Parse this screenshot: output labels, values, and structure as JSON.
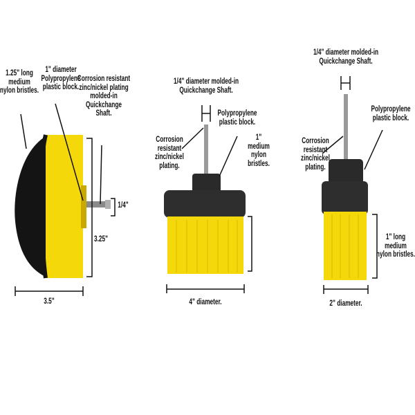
{
  "colors": {
    "bristle_yellow": "#f5d80a",
    "bristle_black": "#141414",
    "block_black": "#2a2a2a",
    "shaft": "#9a9a9a"
  },
  "brush_large": {
    "bristle_label": "1.25\" long\nmedium\nnylon bristles.",
    "block_label": "1\" diameter\nPolypropylene\nplastic block.",
    "shaft_label": "Corrosion resistant\nzinc/nickel plating\nmolded-in\nQuickchange\nShaft.",
    "shaft_dim": "1/4\"",
    "height_dim": "3.25\"",
    "width_dim": "3.5\""
  },
  "brush_medium": {
    "shaft_label": "1/4\" diameter molded-in\nQuickchange Shaft.",
    "block_label": "Polypropylene\nplastic block.",
    "plating_label": "Corrosion\nresistant\nzinc/nickel\nplating.",
    "bristle_label": "1\"\nmedium\nnylon\nbristles.",
    "width_dim": "4\" diameter."
  },
  "brush_small": {
    "shaft_label": "1/4\" diameter molded-in\nQuickchange Shaft.",
    "block_label": "Polypropylene\nplastic block.",
    "plating_label": "Corrosion\nresistant\nzinc/nickel\nplating.",
    "bristle_label": "1\" long\nmedium\nnylon bristles.",
    "width_dim": "2\" diameter."
  }
}
